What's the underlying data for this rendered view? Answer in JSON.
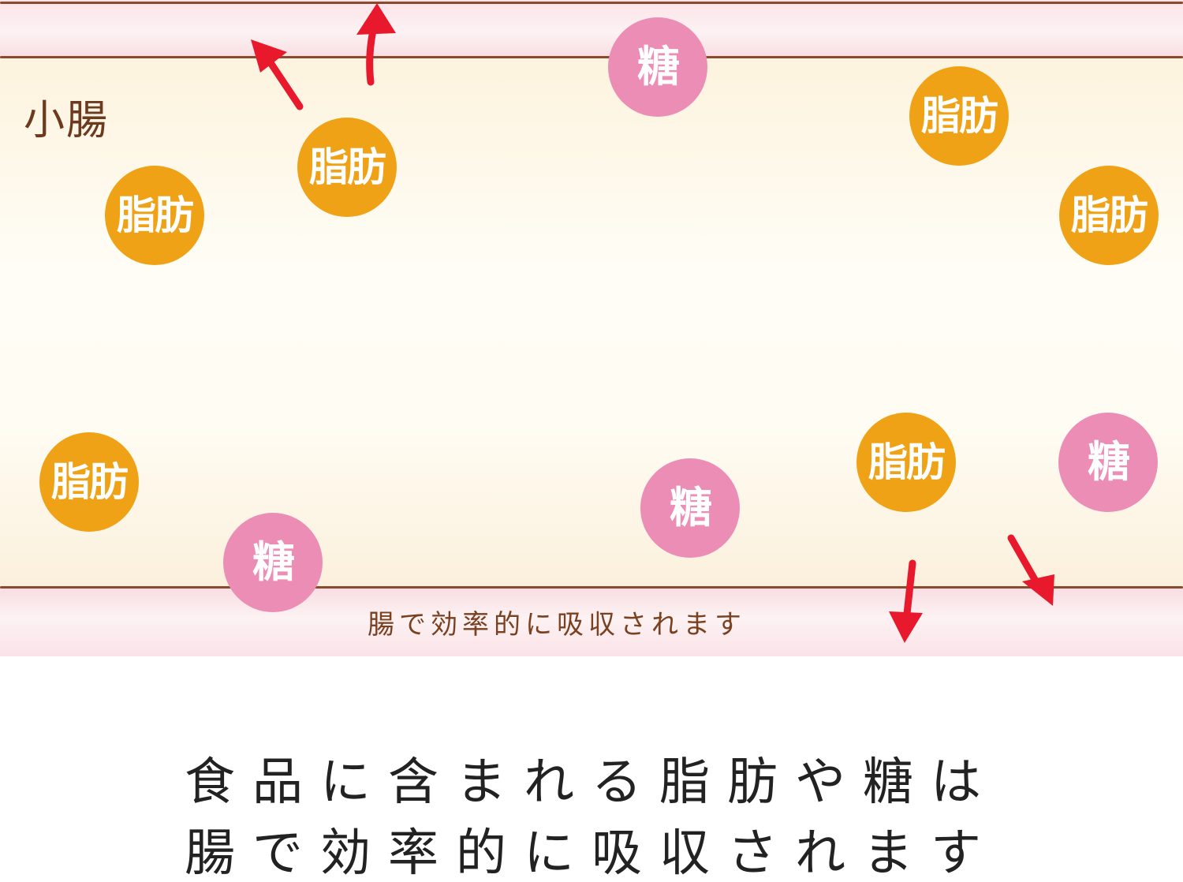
{
  "illustration": {
    "organ_label": "小腸",
    "absorb_caption": "腸で効率的に吸収されます",
    "fat_label": "脂肪",
    "sugar_label": "糖"
  },
  "caption": {
    "line1": "食品に含まれる脂肪や糖は",
    "line2": "腸で効率的に吸収されます"
  },
  "colors": {
    "fat": "#f0a216",
    "sugar": "#ec8db6",
    "arrow": "#e8192c",
    "wall_line": "#8a4a2e",
    "text_brown": "#6b3a1f"
  }
}
